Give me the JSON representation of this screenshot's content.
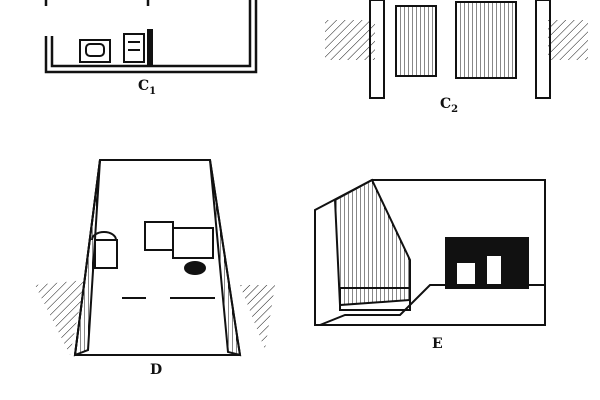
{
  "figures": [
    {
      "id": "C1",
      "label": "C",
      "sub": "1"
    },
    {
      "id": "C2",
      "label": "C",
      "sub": "2"
    },
    {
      "id": "D",
      "label": "D",
      "sub": ""
    },
    {
      "id": "E",
      "label": "E",
      "sub": ""
    }
  ]
}
